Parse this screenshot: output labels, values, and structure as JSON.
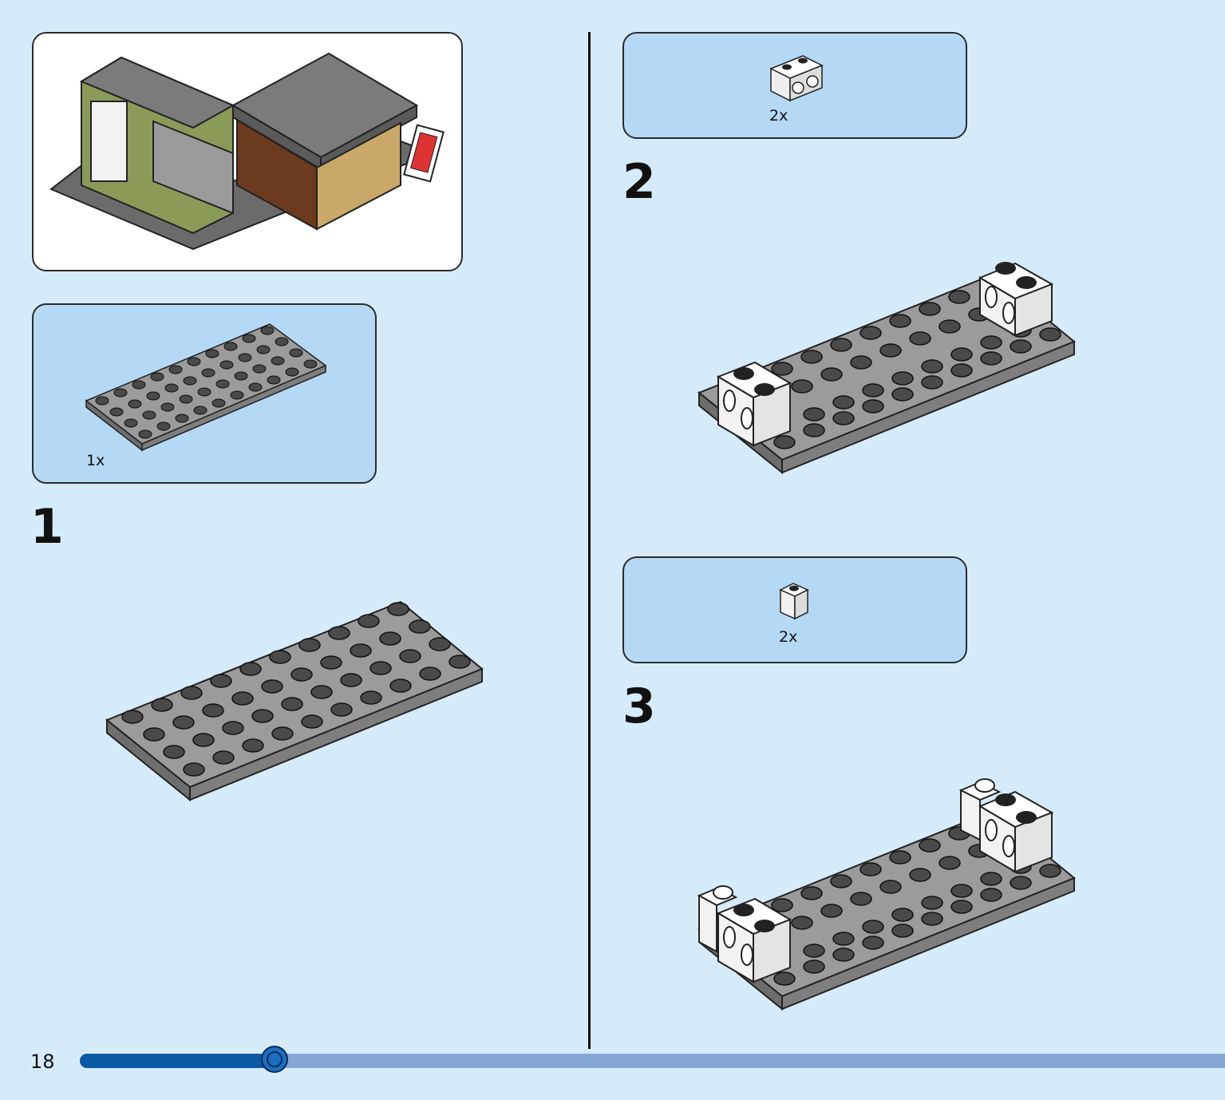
{
  "page": {
    "number": "18",
    "progress_fraction": 0.17
  },
  "preview": {
    "icon": "finished-model-illustration"
  },
  "steps": [
    {
      "number": "1",
      "parts": [
        {
          "qty": "1x",
          "icon": "plate-4x10-dark-gray"
        }
      ]
    },
    {
      "number": "2",
      "parts": [
        {
          "qty": "2x",
          "icon": "technic-brick-1x2-white"
        }
      ]
    },
    {
      "number": "3",
      "parts": [
        {
          "qty": "2x",
          "icon": "brick-1x1-white"
        }
      ]
    }
  ],
  "colors": {
    "background": "#d6ebfa",
    "parts_box": "#b5d8f5",
    "plate_top": "#9b9b9b",
    "plate_side": "#6e6e6e",
    "stud": "#4a4a4a",
    "progress_fill": "#0b5aa6",
    "progress_track": "#86a6d6"
  }
}
